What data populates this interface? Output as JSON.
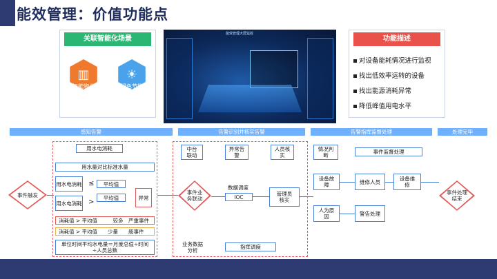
{
  "title": "能效管理：价值功能点",
  "left_card": {
    "header": "关联智能化场景",
    "items": [
      {
        "label": "智能物业",
        "color": "#ef7a2e"
      },
      {
        "label": "绿色节能",
        "color": "#4aa3ea"
      }
    ]
  },
  "screenshot": {
    "caption": "能效管理大屏监控"
  },
  "right_card": {
    "header": "功能描述",
    "bullets": [
      "对设备能耗情况进行监视",
      "找出低效率运转的设备",
      "找出能源消耗异常",
      "降低峰值用电水平"
    ]
  },
  "flow": {
    "phases": [
      "感知告警",
      "告警识别并核实告警",
      "告警指挥监督处理",
      "处理完毕"
    ],
    "event_trigger": "事件触发",
    "water_elec": "用水电消耗",
    "water_std": "用水量对比标准水量",
    "water_elec_consume_1": "用水电消耗",
    "water_elec_consume_2": "用水电消耗",
    "le": "≤",
    "gt": ">",
    "avg1": "平均值",
    "avg2": "平均值",
    "abnormal": "异常",
    "rule1": "消耗值 > 平均值　　　较多　严重事件",
    "rule2": "消耗值 > 平均值　　少量　　般事件",
    "formula": "单位时间平均水电量＝月度总值÷时间÷人员总数",
    "event_linkage": "事件业务联动",
    "center_link": "中台联动",
    "alarm_confirm": "异常告警",
    "personnel_verify": "人员核实",
    "dispatch": "数据调度",
    "ioc": "IOC",
    "manager_verify": "管理员核实",
    "biz_analysis": "业务数据分析",
    "command": "指挥调度",
    "judge": "情况判断",
    "supervise": "事件监督处理",
    "device_fault": "设备故障",
    "maintainer": "维修人员",
    "device_repair": "设备维修",
    "human_cause": "人为原因",
    "warn_handle": "警告处理",
    "event_end": "事件处理结束"
  }
}
